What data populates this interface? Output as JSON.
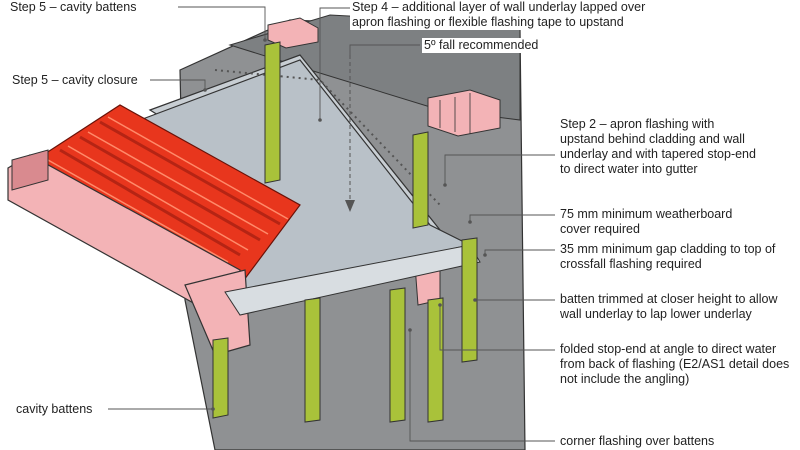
{
  "colors": {
    "wall_grey": "#8f9193",
    "wall_dark": "#6f7274",
    "underlay_light": "#c8ced3",
    "flashing": "#b9c1c8",
    "roof_red": "#e8361d",
    "roof_red_dark": "#b52414",
    "timber_pink": "#f3b3b6",
    "timber_dark": "#d98a8f",
    "batten_green": "#a9c23a",
    "batten_dark": "#7c9127",
    "leader": "#555555"
  },
  "labels": {
    "step5_battens": "Step 5 – cavity battens",
    "step4": "Step 4 – additional layer of wall underlay lapped over\napron flashing or flexible flashing tape to upstand",
    "fall": "5º fall recommended",
    "step5_closure": "Step 5 – cavity closure",
    "step2": "Step 2 – apron flashing with\nupstand behind cladding and wall\nunderlay and with tapered stop-end\nto direct water into gutter",
    "cover": "75 mm minimum weatherboard\ncover required",
    "gap": "35 mm minimum gap cladding to top of\ncrossfall flashing required",
    "trimmed": "batten trimmed at closer height to allow\nwall underlay to lap lower underlay",
    "stopend": "folded stop-end at angle to direct water\nfrom back of flashing (E2/AS1 detail does\nnot include the angling)",
    "cavity_battens": "cavity battens",
    "corner": "corner flashing over battens"
  }
}
